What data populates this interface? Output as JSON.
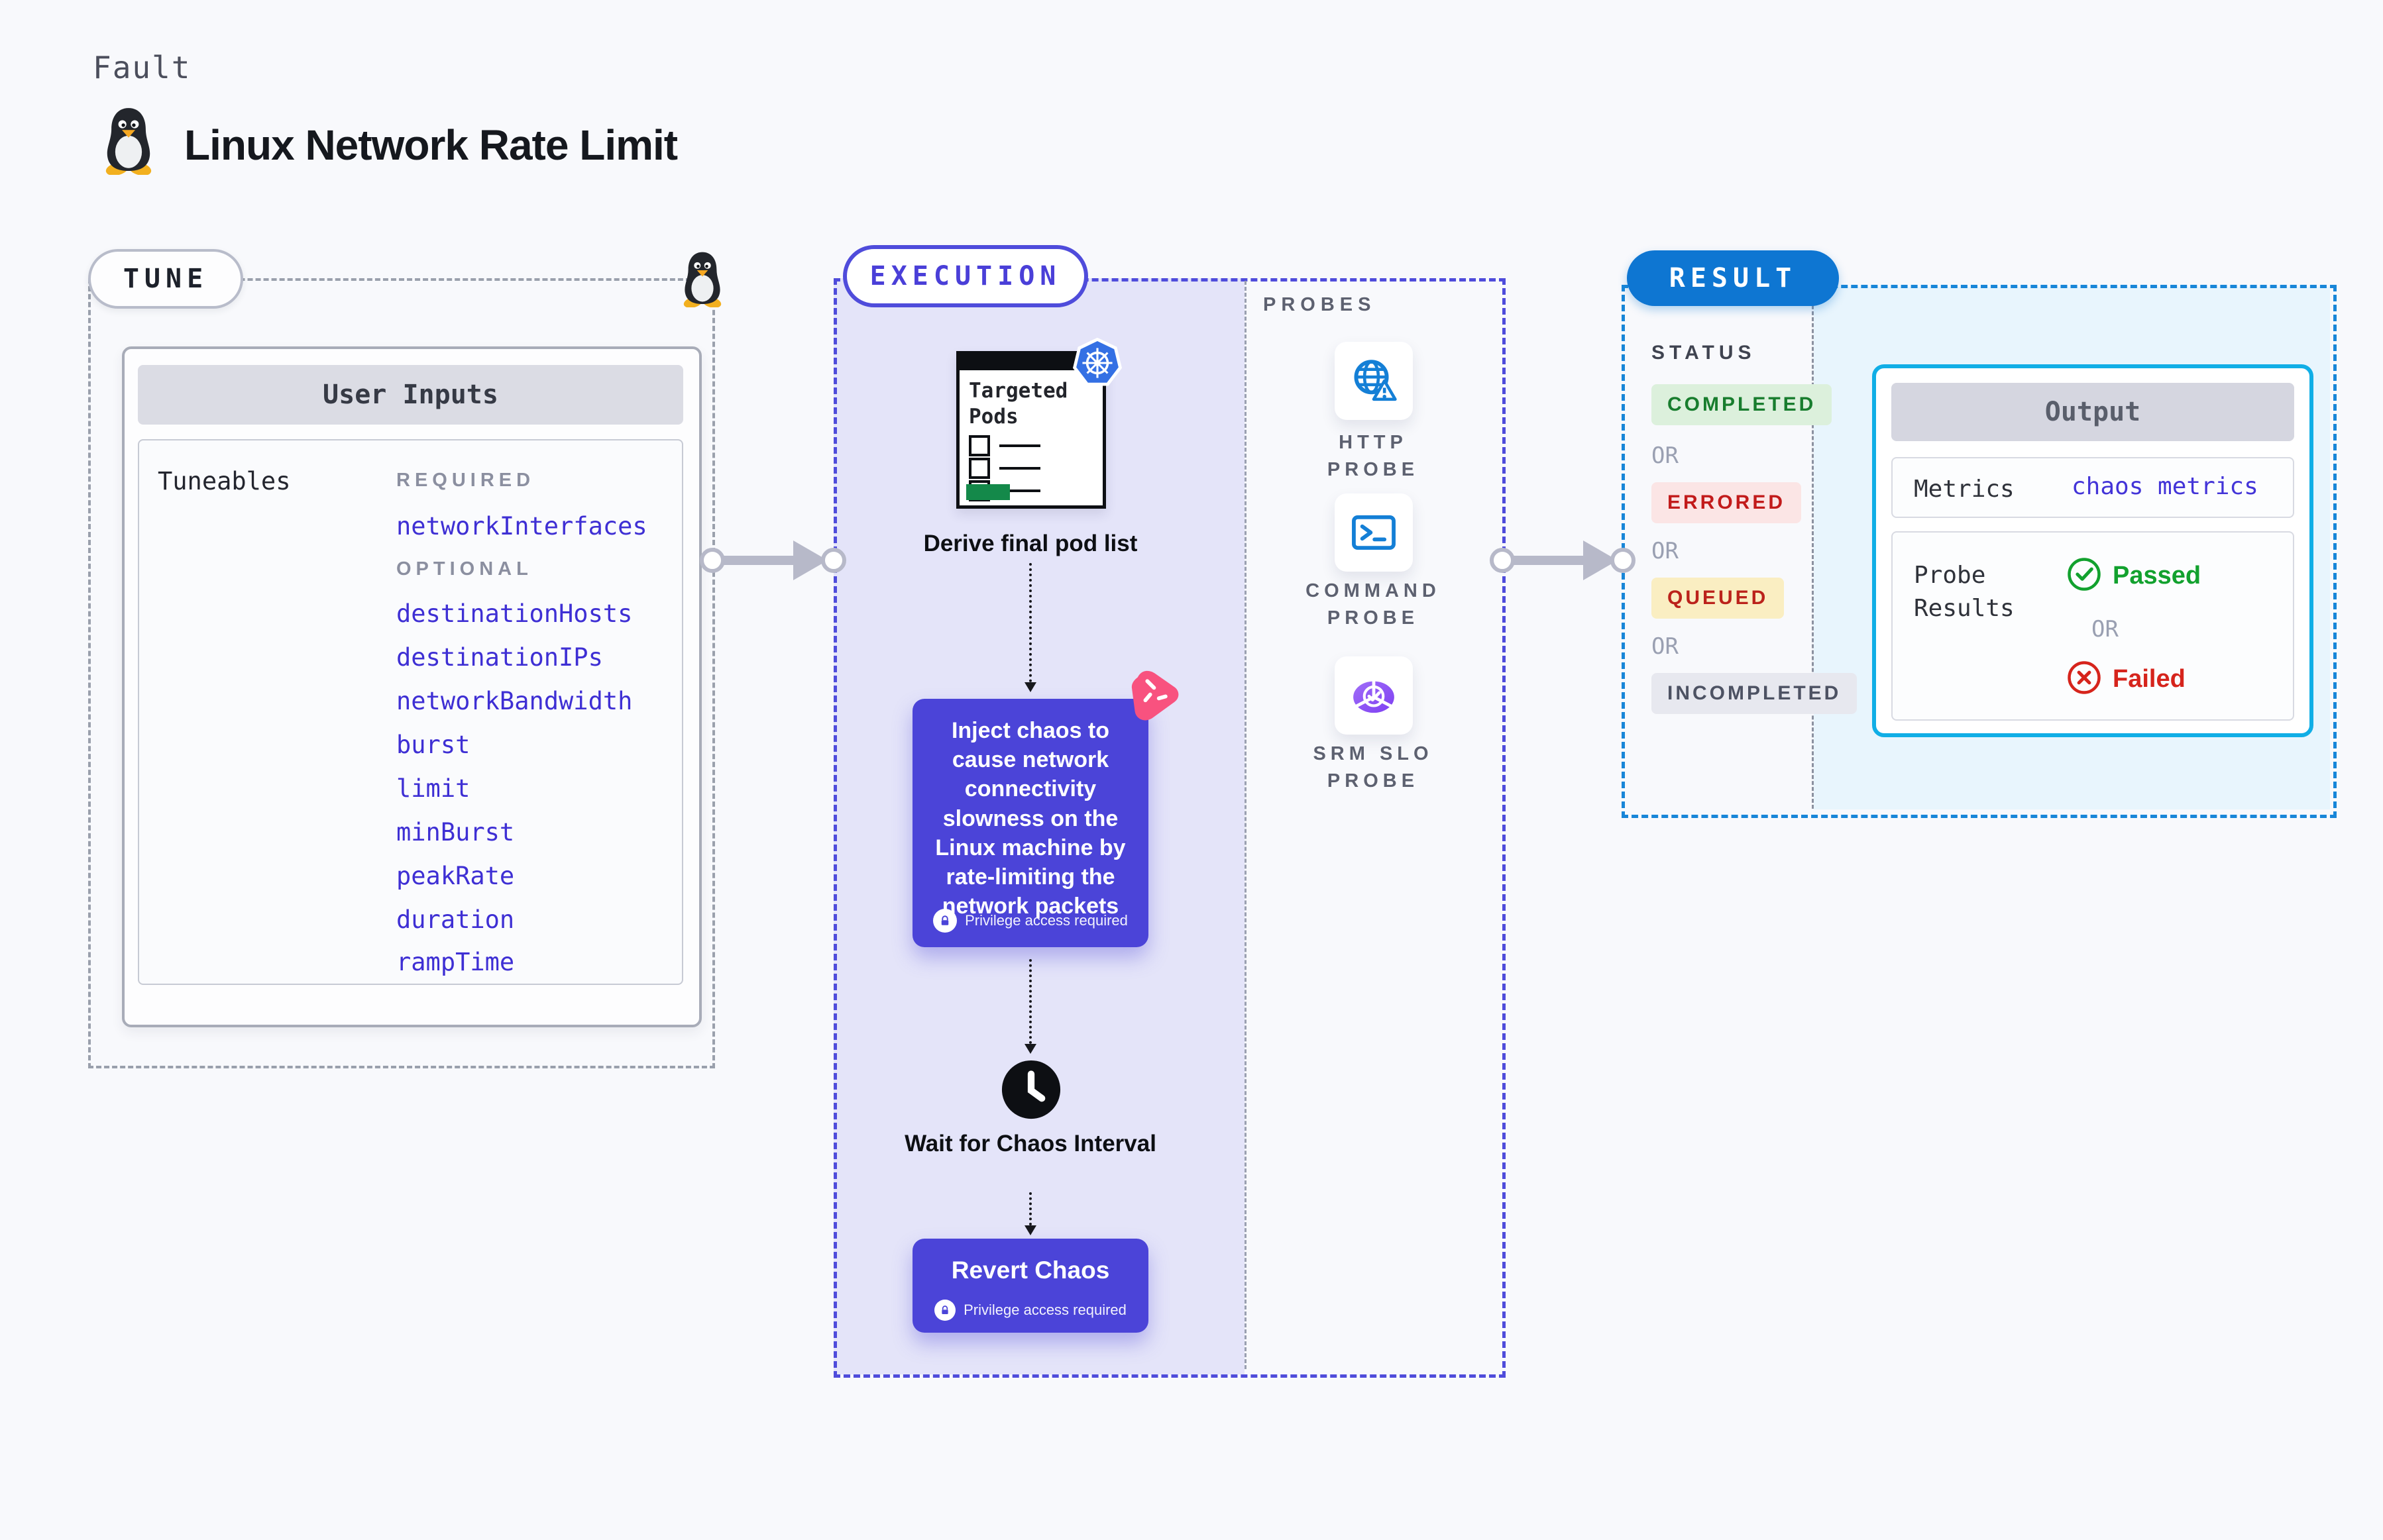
{
  "page": {
    "kicker": "Fault",
    "title": "Linux Network Rate Limit"
  },
  "tune": {
    "badge": "TUNE",
    "card_title": "User Inputs",
    "rows_label": "Tuneables",
    "required_label": "REQUIRED",
    "optional_label": "OPTIONAL",
    "required": [
      "networkInterfaces"
    ],
    "optional": [
      "destinationHosts",
      "destinationIPs",
      "networkBandwidth",
      "burst",
      "limit",
      "minBurst",
      "peakRate",
      "duration",
      "rampTime"
    ]
  },
  "execution": {
    "badge": "EXECUTION",
    "targeted_pods_title": "Targeted Pods",
    "derive_label": "Derive final pod list",
    "inject_text": "Inject chaos to cause network connectivity slowness on the Linux machine by rate-limiting the network packets",
    "privilege_label": "Privilege access required",
    "wait_label": "Wait for Chaos Interval",
    "revert_label": "Revert Chaos"
  },
  "probes": {
    "section_label": "PROBES",
    "items": [
      {
        "label": "HTTP PROBE",
        "icon": "globe-warning-icon"
      },
      {
        "label": "COMMAND PROBE",
        "icon": "terminal-icon"
      },
      {
        "label": "SRM SLO PROBE",
        "icon": "slo-gauge-check-icon"
      }
    ]
  },
  "result": {
    "badge": "RESULT",
    "status_label": "STATUS",
    "or_label": "OR",
    "statuses": [
      {
        "label": "COMPLETED",
        "bg": "#dcf0dc",
        "color": "#187d2e"
      },
      {
        "label": "ERRORED",
        "bg": "#fbe5e5",
        "color": "#c21b1b"
      },
      {
        "label": "QUEUED",
        "bg": "#faeec2",
        "color": "#bb221b"
      },
      {
        "label": "INCOMPLETED",
        "bg": "#e7e8ef",
        "color": "#4d5263"
      }
    ],
    "output": {
      "title": "Output",
      "metrics_label": "Metrics",
      "metrics_value": "chaos metrics",
      "probe_results_label": "Probe Results",
      "passed_label": "Passed",
      "failed_label": "Failed"
    }
  },
  "icons": {
    "fault": "linux-penguin",
    "targeted_pods": "kubernetes",
    "inject": "chaos-pink",
    "wait": "clock",
    "privilege": "lock",
    "passed": "check-circle",
    "failed": "x-circle"
  },
  "colors": {
    "page_bg": "#f8f9fc",
    "indigo_link": "#3e2fd4",
    "execution_dash": "#4f4cdb",
    "execution_fill": "#e4e4f9",
    "inject_purple": "#4b44d8",
    "chaos_pink": "#f8527f",
    "kubernetes_blue": "#3470e4",
    "probe_blue": "#147fd6",
    "result_blue": "#0e76d2",
    "result_dash": "#1886d8",
    "result_fill": "#e8f5fd",
    "output_border": "#10aee6",
    "passed_green": "#12a12e",
    "failed_red": "#d6241c",
    "tune_dash": "#9aa0ac",
    "arrow_gray": "#b7b9c9"
  }
}
